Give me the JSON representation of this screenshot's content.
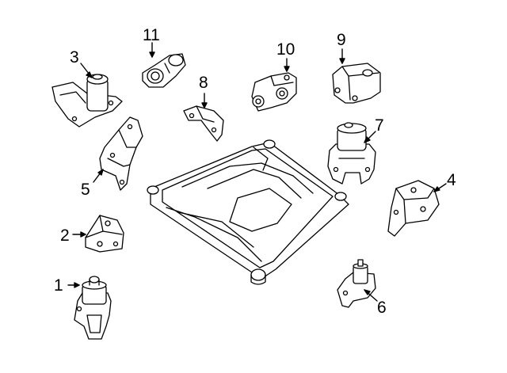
{
  "callouts": [
    {
      "id": "1",
      "label": "1"
    },
    {
      "id": "2",
      "label": "2"
    },
    {
      "id": "3",
      "label": "3"
    },
    {
      "id": "4",
      "label": "4"
    },
    {
      "id": "5",
      "label": "5"
    },
    {
      "id": "6",
      "label": "6"
    },
    {
      "id": "7",
      "label": "7"
    },
    {
      "id": "8",
      "label": "8"
    },
    {
      "id": "9",
      "label": "9"
    },
    {
      "id": "10",
      "label": "10"
    },
    {
      "id": "11",
      "label": "11"
    }
  ],
  "colors": {
    "line": "#000000",
    "fill": "#ffffff"
  }
}
